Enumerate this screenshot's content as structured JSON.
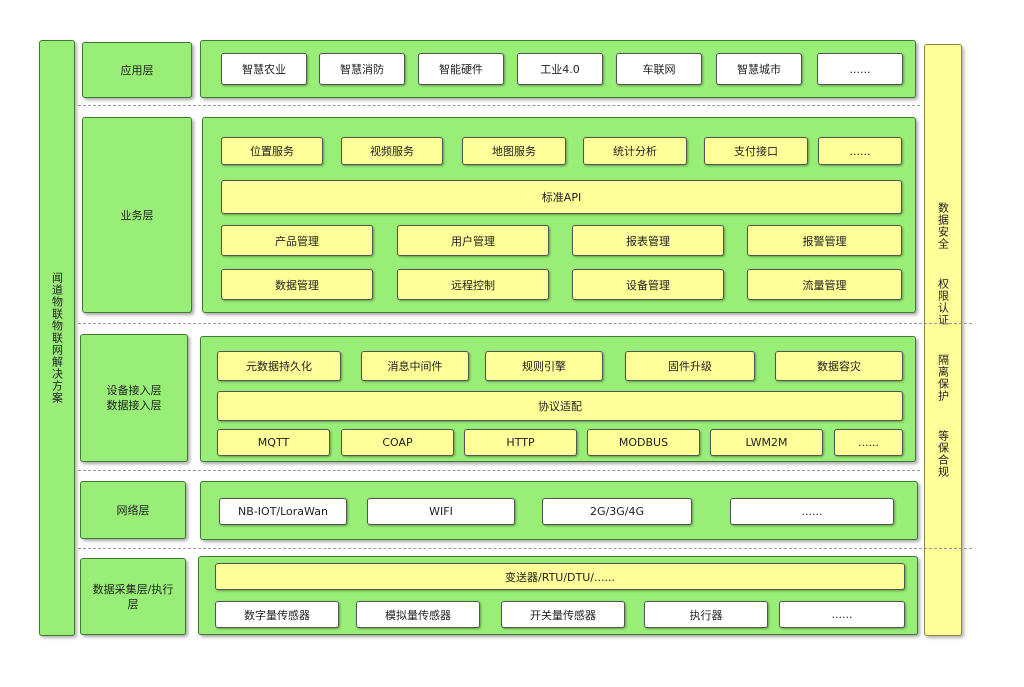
{
  "left_title": "闻道物联物联网解决方案",
  "right_title": "数据安全  权限认证  隔离保护  等保合规",
  "layers": {
    "app": {
      "label": "应用层",
      "items": [
        "智慧农业",
        "智慧消防",
        "智能硬件",
        "工业4.0",
        "车联网",
        "智慧城市",
        "......"
      ]
    },
    "business": {
      "label": "业务层",
      "row1": [
        "位置服务",
        "视频服务",
        "地图服务",
        "统计分析",
        "支付接口",
        "......"
      ],
      "api": "标准API",
      "row3": [
        "产品管理",
        "用户管理",
        "报表管理",
        "报警管理"
      ],
      "row4": [
        "数据管理",
        "远程控制",
        "设备管理",
        "流量管理"
      ]
    },
    "device": {
      "label": "设备接入层\n数据接入层",
      "row1": [
        "元数据持久化",
        "消息中间件",
        "规则引擎",
        "固件升级",
        "数据容灾"
      ],
      "adapter": "协议适配",
      "protocols": [
        "MQTT",
        "COAP",
        "HTTP",
        "MODBUS",
        "LWM2M",
        "......"
      ]
    },
    "network": {
      "label": "网络层",
      "items": [
        "NB-IOT/LoraWan",
        "WIFI",
        "2G/3G/4G",
        "......"
      ]
    },
    "collect": {
      "label": "数据采集层/执行\n层",
      "top": "变送器/RTU/DTU/......",
      "items": [
        "数字量传感器",
        "模拟量传感器",
        "开关量传感器",
        "执行器",
        "......"
      ]
    }
  }
}
